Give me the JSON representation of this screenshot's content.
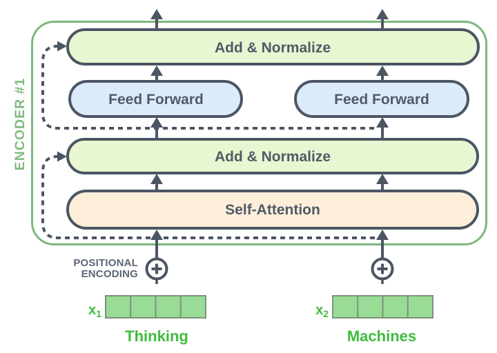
{
  "diagram": {
    "encoder_label": "ENCODER #1",
    "layers": {
      "add_normalize_top": "Add & Normalize",
      "feed_forward_left": "Feed Forward",
      "feed_forward_right": "Feed Forward",
      "add_normalize_bottom": "Add & Normalize",
      "self_attention": "Self-Attention"
    },
    "positional_encoding": {
      "line1": "POSITIONAL",
      "line2": "ENCODING"
    },
    "icons": {
      "positional_add": "circled-plus",
      "plus_symbol": "+"
    },
    "tokens": [
      {
        "symbol": "x",
        "subscript": "1",
        "word": "Thinking",
        "cells": 4
      },
      {
        "symbol": "x",
        "subscript": "2",
        "word": "Machines",
        "cells": 4
      }
    ],
    "colors": {
      "encoder_border": "#7cb77c",
      "encoder_label": "#82ba82",
      "outline_dark": "#4b5563",
      "box_text": "#4f5a67",
      "add_normalize_fill": "#e8f7d1",
      "feed_forward_fill": "#dcebfa",
      "self_attention_fill": "#fdeeda",
      "token_text_green": "#3ebc3e",
      "cell_fill": "#98dc95",
      "cell_border": "#7d927d",
      "positional_text": "#5b6673",
      "background": "#ffffff"
    }
  }
}
